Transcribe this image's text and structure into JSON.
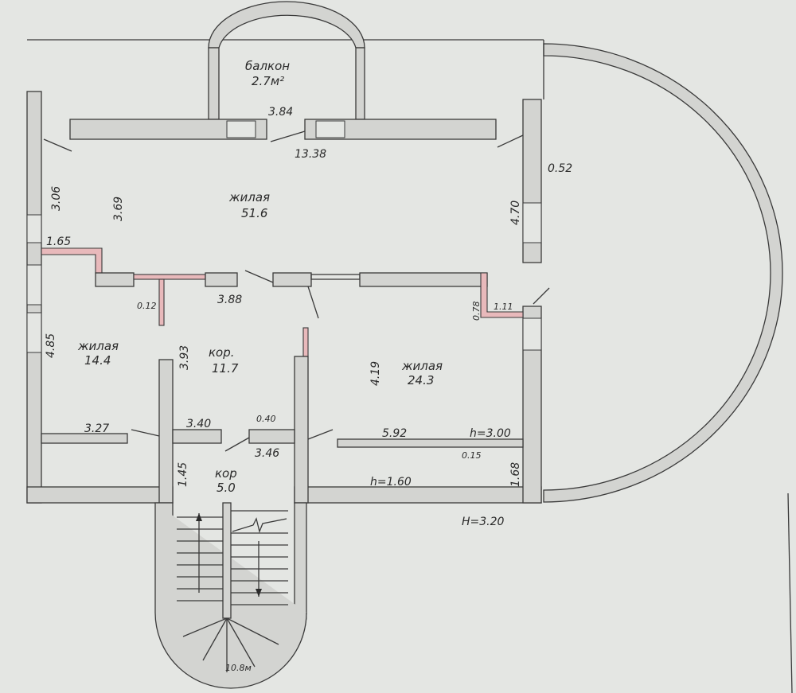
{
  "rooms": {
    "balcony": {
      "name": "балкон",
      "area": "2.7м²"
    },
    "living_main": {
      "name": "жилая",
      "area": "51.6"
    },
    "living_left": {
      "name": "жилая",
      "area": "14.4"
    },
    "corridor_main": {
      "name": "кор.",
      "area": "11.7"
    },
    "living_right": {
      "name": "жилая",
      "area": "24.3"
    },
    "corridor_small": {
      "name": "кор",
      "area": "5.0"
    },
    "stairs": {
      "area": "10.8м"
    }
  },
  "dimensions": {
    "d_3_84": "3.84",
    "d_13_38": "13.38",
    "d_3_06": "3.06",
    "d_3_69": "3.69",
    "d_0_52": "0.52",
    "d_4_70": "4.70",
    "d_1_65": "1.65",
    "d_0_12": "0.12",
    "d_3_88": "3.88",
    "d_0_78": "0.78",
    "d_1_11": "1.11",
    "d_4_85": "4.85",
    "d_3_93": "3.93",
    "d_4_19": "4.19",
    "d_3_27": "3.27",
    "d_3_40": "3.40",
    "d_0_40": "0.40",
    "d_3_46": "3.46",
    "d_5_92": "5.92",
    "d_h300": "h=3.00",
    "d_0_15": "0.15",
    "d_1_45": "1.45",
    "d_1_68": "1.68",
    "d_h160": "h=1.60",
    "d_H320": "H=3.20"
  }
}
